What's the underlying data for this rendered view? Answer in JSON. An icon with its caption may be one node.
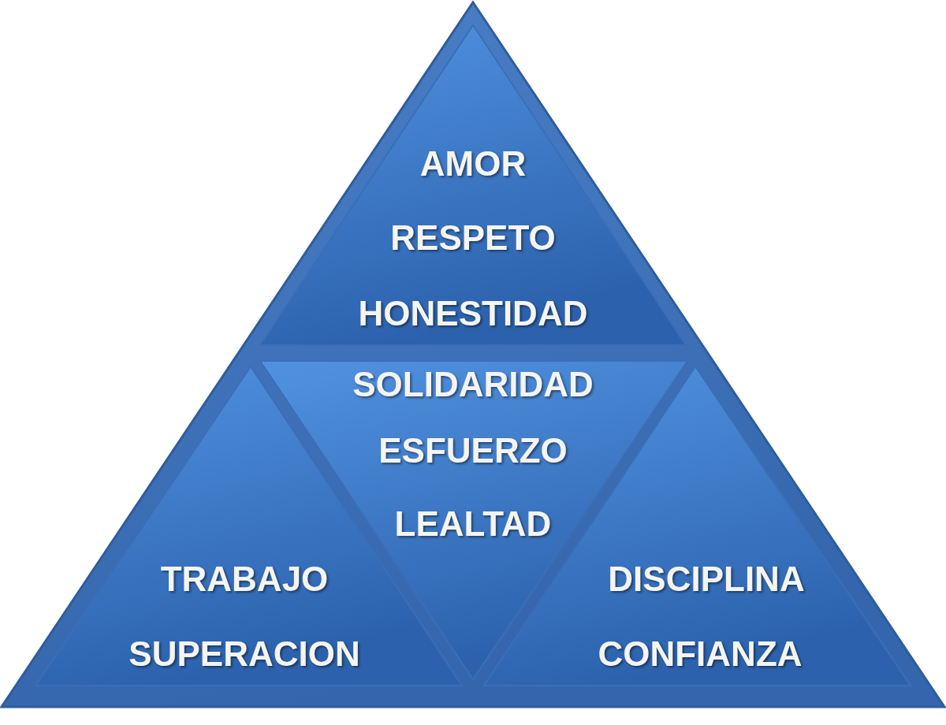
{
  "diagram": {
    "nodes": [
      {
        "text": [],
        "shape": "triangle"
      },
      {
        "text": [
          "AMOR",
          "RESPETO",
          "HONESTIDAD"
        ],
        "in": 0
      },
      {
        "text": [
          "SOLIDARIDAD",
          "ESFUERZO",
          "LEALTAD"
        ],
        "in": 0
      },
      {
        "text": [
          "TRABAJO",
          "SUPERACION"
        ],
        "in": 0
      },
      {
        "text": [
          "DISCIPLINA",
          "CONFIANZA"
        ],
        "in": 0
      }
    ]
  }
}
